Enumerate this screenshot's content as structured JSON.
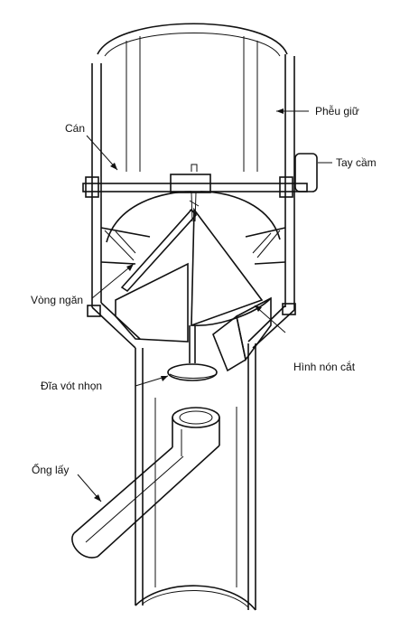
{
  "labels": {
    "holder_funnel": "Phễu giữ",
    "rod": "Cán",
    "handle": "Tay cầm",
    "baffle_ring": "Vòng ngăn",
    "cut_cone": "Hình nón cắt",
    "pointed_disc": "Đĩa vót nhọn",
    "sampling_tube": "Ống lấy"
  }
}
